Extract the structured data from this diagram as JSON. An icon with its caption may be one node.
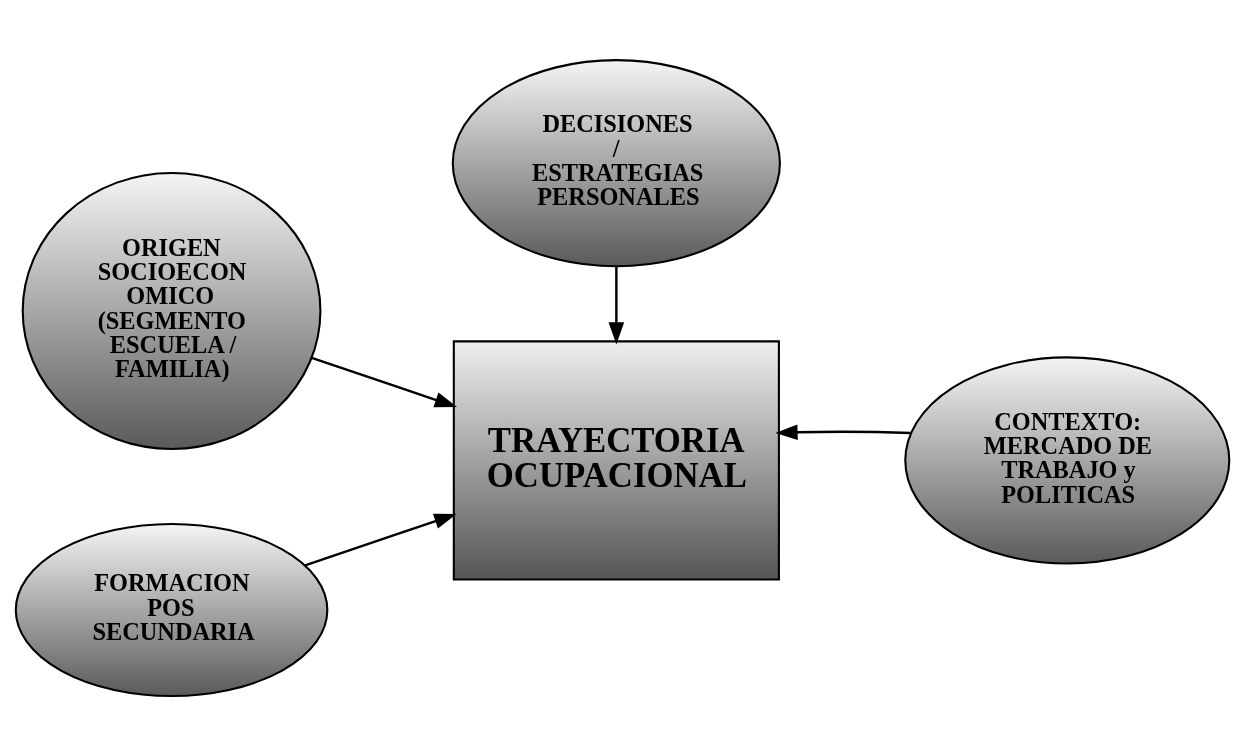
{
  "diagram": {
    "nodes": [
      {
        "text": [
          "ORIGEN SOCIOECON OMICO (SEGMENTO ESCUELA / FAMILIA)"
        ]
      },
      {
        "text": [
          "TRAYECTORIA OCUPACIONAL"
        ]
      },
      {
        "text": [
          "CONTEXTO: MERCADO DE TRABAJO y POLITICAS"
        ]
      },
      {
        "text": [
          "FORMACION POS SECUNDARIA"
        ]
      },
      {
        "text": [
          "DECISIONES / ESTRATEGIAS PERSONALES"
        ]
      }
    ],
    "edges": [
      {
        "from": 0,
        "to": 1,
        "arrow": "to"
      },
      {
        "from": 2,
        "to": 1,
        "arrow": "to"
      },
      {
        "from": 3,
        "to": 1,
        "arrow": "to"
      },
      {
        "from": 4,
        "to": 1,
        "arrow": "to"
      }
    ]
  }
}
